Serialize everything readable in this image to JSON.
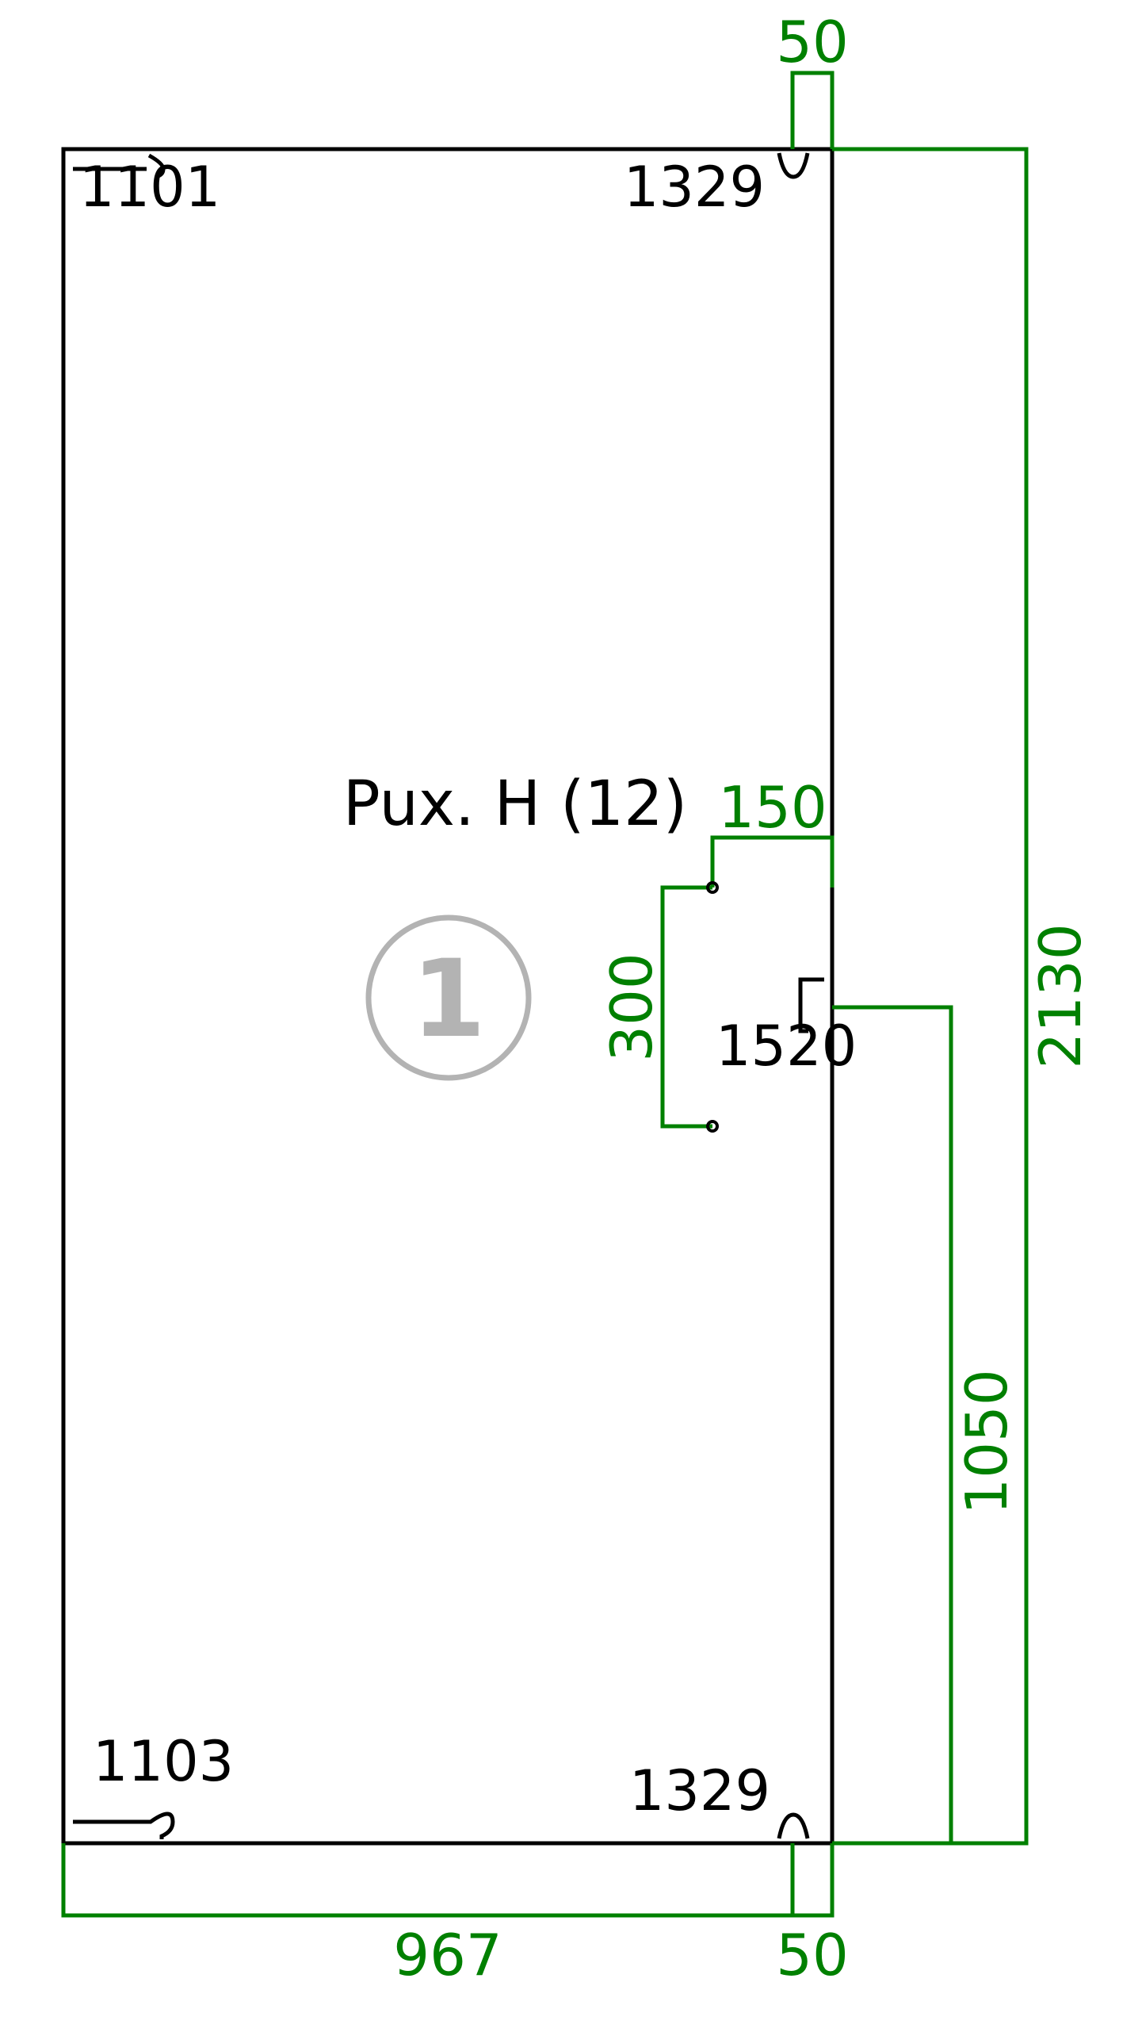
{
  "colors": {
    "outline": "#000000",
    "dimension": "#008000",
    "badge": "#b3b3b3"
  },
  "part": {
    "title": "Pux. H (12)",
    "badge_number": "1"
  },
  "labels": {
    "top_left": "1101",
    "top_right": "1329",
    "bottom_left": "1103",
    "bottom_right": "1329",
    "handle": "1520"
  },
  "dimensions": {
    "top_offset": "50",
    "bottom_offset": "50",
    "width": "967",
    "height": "2130",
    "handle_height": "1050",
    "handle_depth": "150",
    "hole_spacing": "300"
  },
  "icons": {
    "hinge_top": "hinge-top-icon",
    "hinge_bottom": "hinge-bottom-icon",
    "handle": "handle-icon",
    "hole": "hole-icon",
    "corner_top_left": "corner-mark-icon",
    "corner_bottom_left": "corner-mark-icon"
  }
}
